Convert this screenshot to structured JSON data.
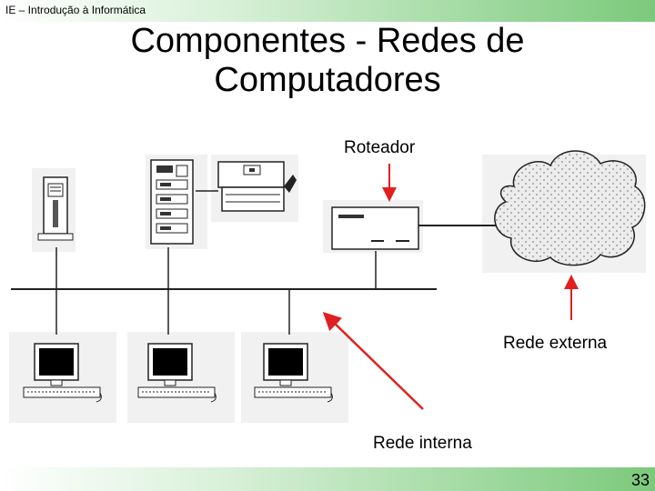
{
  "header": {
    "course": "IE – Introdução à Informática"
  },
  "slide": {
    "title": "Componentes - Redes de\nComputadores"
  },
  "labels": {
    "router": "Roteador",
    "external": "Rede externa",
    "internal": "Rede interna"
  },
  "footer": {
    "page": "33"
  },
  "colors": {
    "arrow": "#e02020",
    "header_green": "#7cc97c"
  }
}
